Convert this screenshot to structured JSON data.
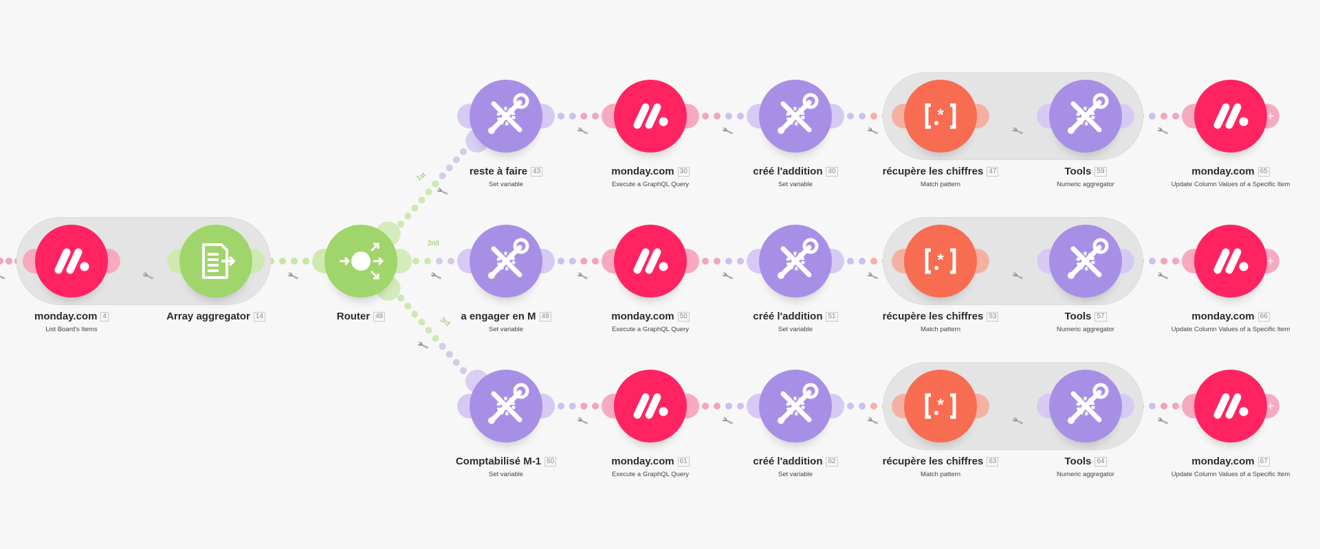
{
  "colors": {
    "monday": "#ff2461",
    "tools": "#a88fe6",
    "regex": "#f86c52",
    "green": "#9fd56a",
    "background": "#f7f7f7"
  },
  "nodes": [
    {
      "id": "m4",
      "app": "monday",
      "icon": "monday-logo-icon",
      "label": "monday.com",
      "badge": "4",
      "subtitle": "List Board's Items"
    },
    {
      "id": "agg14",
      "app": "green",
      "icon": "array-aggregator-icon",
      "label": "Array aggregator",
      "badge": "14",
      "subtitle": ""
    },
    {
      "id": "router48",
      "app": "green",
      "icon": "router-icon",
      "label": "Router",
      "badge": "48",
      "subtitle": ""
    },
    {
      "id": "n43",
      "app": "tools",
      "icon": "tools-icon",
      "label": "reste à faire",
      "badge": "43",
      "subtitle": "Set variable"
    },
    {
      "id": "n30",
      "app": "monday",
      "icon": "monday-logo-icon",
      "label": "monday.com",
      "badge": "30",
      "subtitle": "Execute a GraphQL Query"
    },
    {
      "id": "n40",
      "app": "tools",
      "icon": "tools-icon",
      "label": "créé l'addition",
      "badge": "40",
      "subtitle": "Set variable"
    },
    {
      "id": "n47",
      "app": "regex",
      "icon": "regex-icon",
      "label": "récupère les chiffres",
      "badge": "47",
      "subtitle": "Match pattern"
    },
    {
      "id": "n59",
      "app": "tools",
      "icon": "tools-icon",
      "label": "Tools",
      "badge": "59",
      "subtitle": "Numeric aggregator"
    },
    {
      "id": "n65",
      "app": "monday",
      "icon": "monday-logo-icon",
      "label": "monday.com",
      "badge": "65",
      "subtitle": "Update Column Values of a Specific Item",
      "endPlus": true
    },
    {
      "id": "n49",
      "app": "tools",
      "icon": "tools-icon",
      "label": "a engager en M",
      "badge": "49",
      "subtitle": "Set variable"
    },
    {
      "id": "n50",
      "app": "monday",
      "icon": "monday-logo-icon",
      "label": "monday.com",
      "badge": "50",
      "subtitle": "Execute a GraphQL Query"
    },
    {
      "id": "n51",
      "app": "tools",
      "icon": "tools-icon",
      "label": "créé l'addition",
      "badge": "51",
      "subtitle": "Set variable"
    },
    {
      "id": "n53",
      "app": "regex",
      "icon": "regex-icon",
      "label": "récupère les chiffres",
      "badge": "53",
      "subtitle": "Match pattern"
    },
    {
      "id": "n57",
      "app": "tools",
      "icon": "tools-icon",
      "label": "Tools",
      "badge": "57",
      "subtitle": "Numeric aggregator"
    },
    {
      "id": "n66",
      "app": "monday",
      "icon": "monday-logo-icon",
      "label": "monday.com",
      "badge": "66",
      "subtitle": "Update Column Values of a Specific Item",
      "endPlus": true
    },
    {
      "id": "n60",
      "app": "tools",
      "icon": "tools-icon",
      "label": "Comptabilisé M-1",
      "badge": "60",
      "subtitle": "Set variable"
    },
    {
      "id": "n61",
      "app": "monday",
      "icon": "monday-logo-icon",
      "label": "monday.com",
      "badge": "61",
      "subtitle": "Execute a GraphQL Query"
    },
    {
      "id": "n62",
      "app": "tools",
      "icon": "tools-icon",
      "label": "créé l'addition",
      "badge": "62",
      "subtitle": "Set variable"
    },
    {
      "id": "n63",
      "app": "regex",
      "icon": "regex-icon",
      "label": "récupère les chiffres",
      "badge": "63",
      "subtitle": "Match pattern"
    },
    {
      "id": "n64",
      "app": "tools",
      "icon": "tools-icon",
      "label": "Tools",
      "badge": "64",
      "subtitle": "Numeric aggregator"
    },
    {
      "id": "n67",
      "app": "monday",
      "icon": "monday-logo-icon",
      "label": "monday.com",
      "badge": "67",
      "subtitle": "Update Column Values of a Specific Item",
      "endPlus": true
    }
  ],
  "routes": [
    {
      "label": "1st"
    },
    {
      "label": "2nd"
    },
    {
      "label": "3rd"
    }
  ],
  "end_plus_symbol": "+"
}
